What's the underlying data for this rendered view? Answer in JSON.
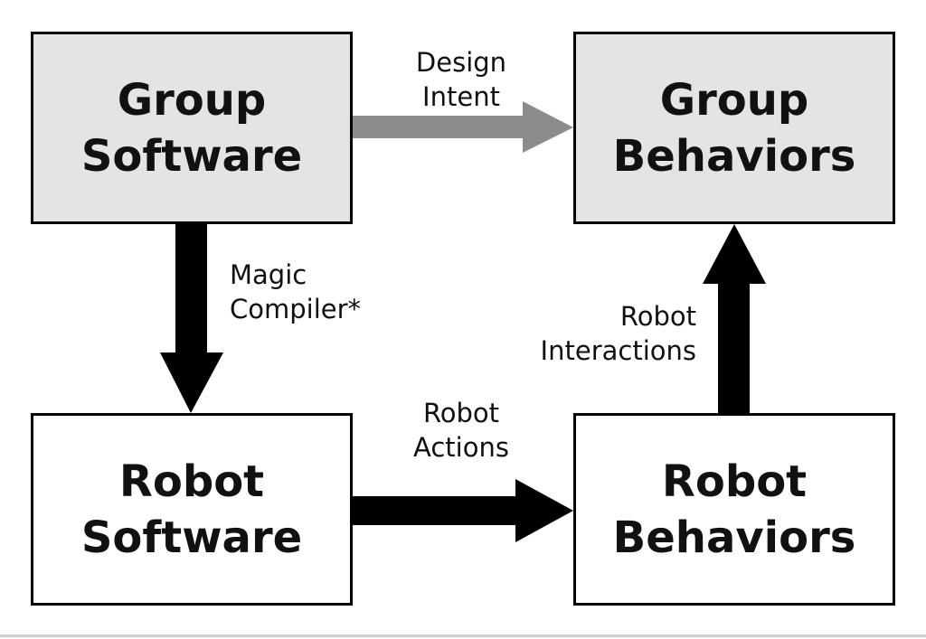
{
  "boxes": {
    "group_software": {
      "line1": "Group",
      "line2": "Software"
    },
    "group_behaviors": {
      "line1": "Group",
      "line2": "Behaviors"
    },
    "robot_software": {
      "line1": "Robot",
      "line2": "Software"
    },
    "robot_behaviors": {
      "line1": "Robot",
      "line2": "Behaviors"
    }
  },
  "edges": {
    "design_intent": {
      "line1": "Design",
      "line2": "Intent"
    },
    "magic_compiler": {
      "line1": "Magic",
      "line2": "Compiler*"
    },
    "robot_actions": {
      "line1": "Robot",
      "line2": "Actions"
    },
    "robot_interactions": {
      "line1": "Robot",
      "line2": "Interactions"
    }
  },
  "colors": {
    "group_box_fill": "#e4e4e4",
    "robot_box_fill": "#ffffff",
    "design_intent_arrow": "#8c8c8c",
    "main_arrow": "#000000"
  }
}
